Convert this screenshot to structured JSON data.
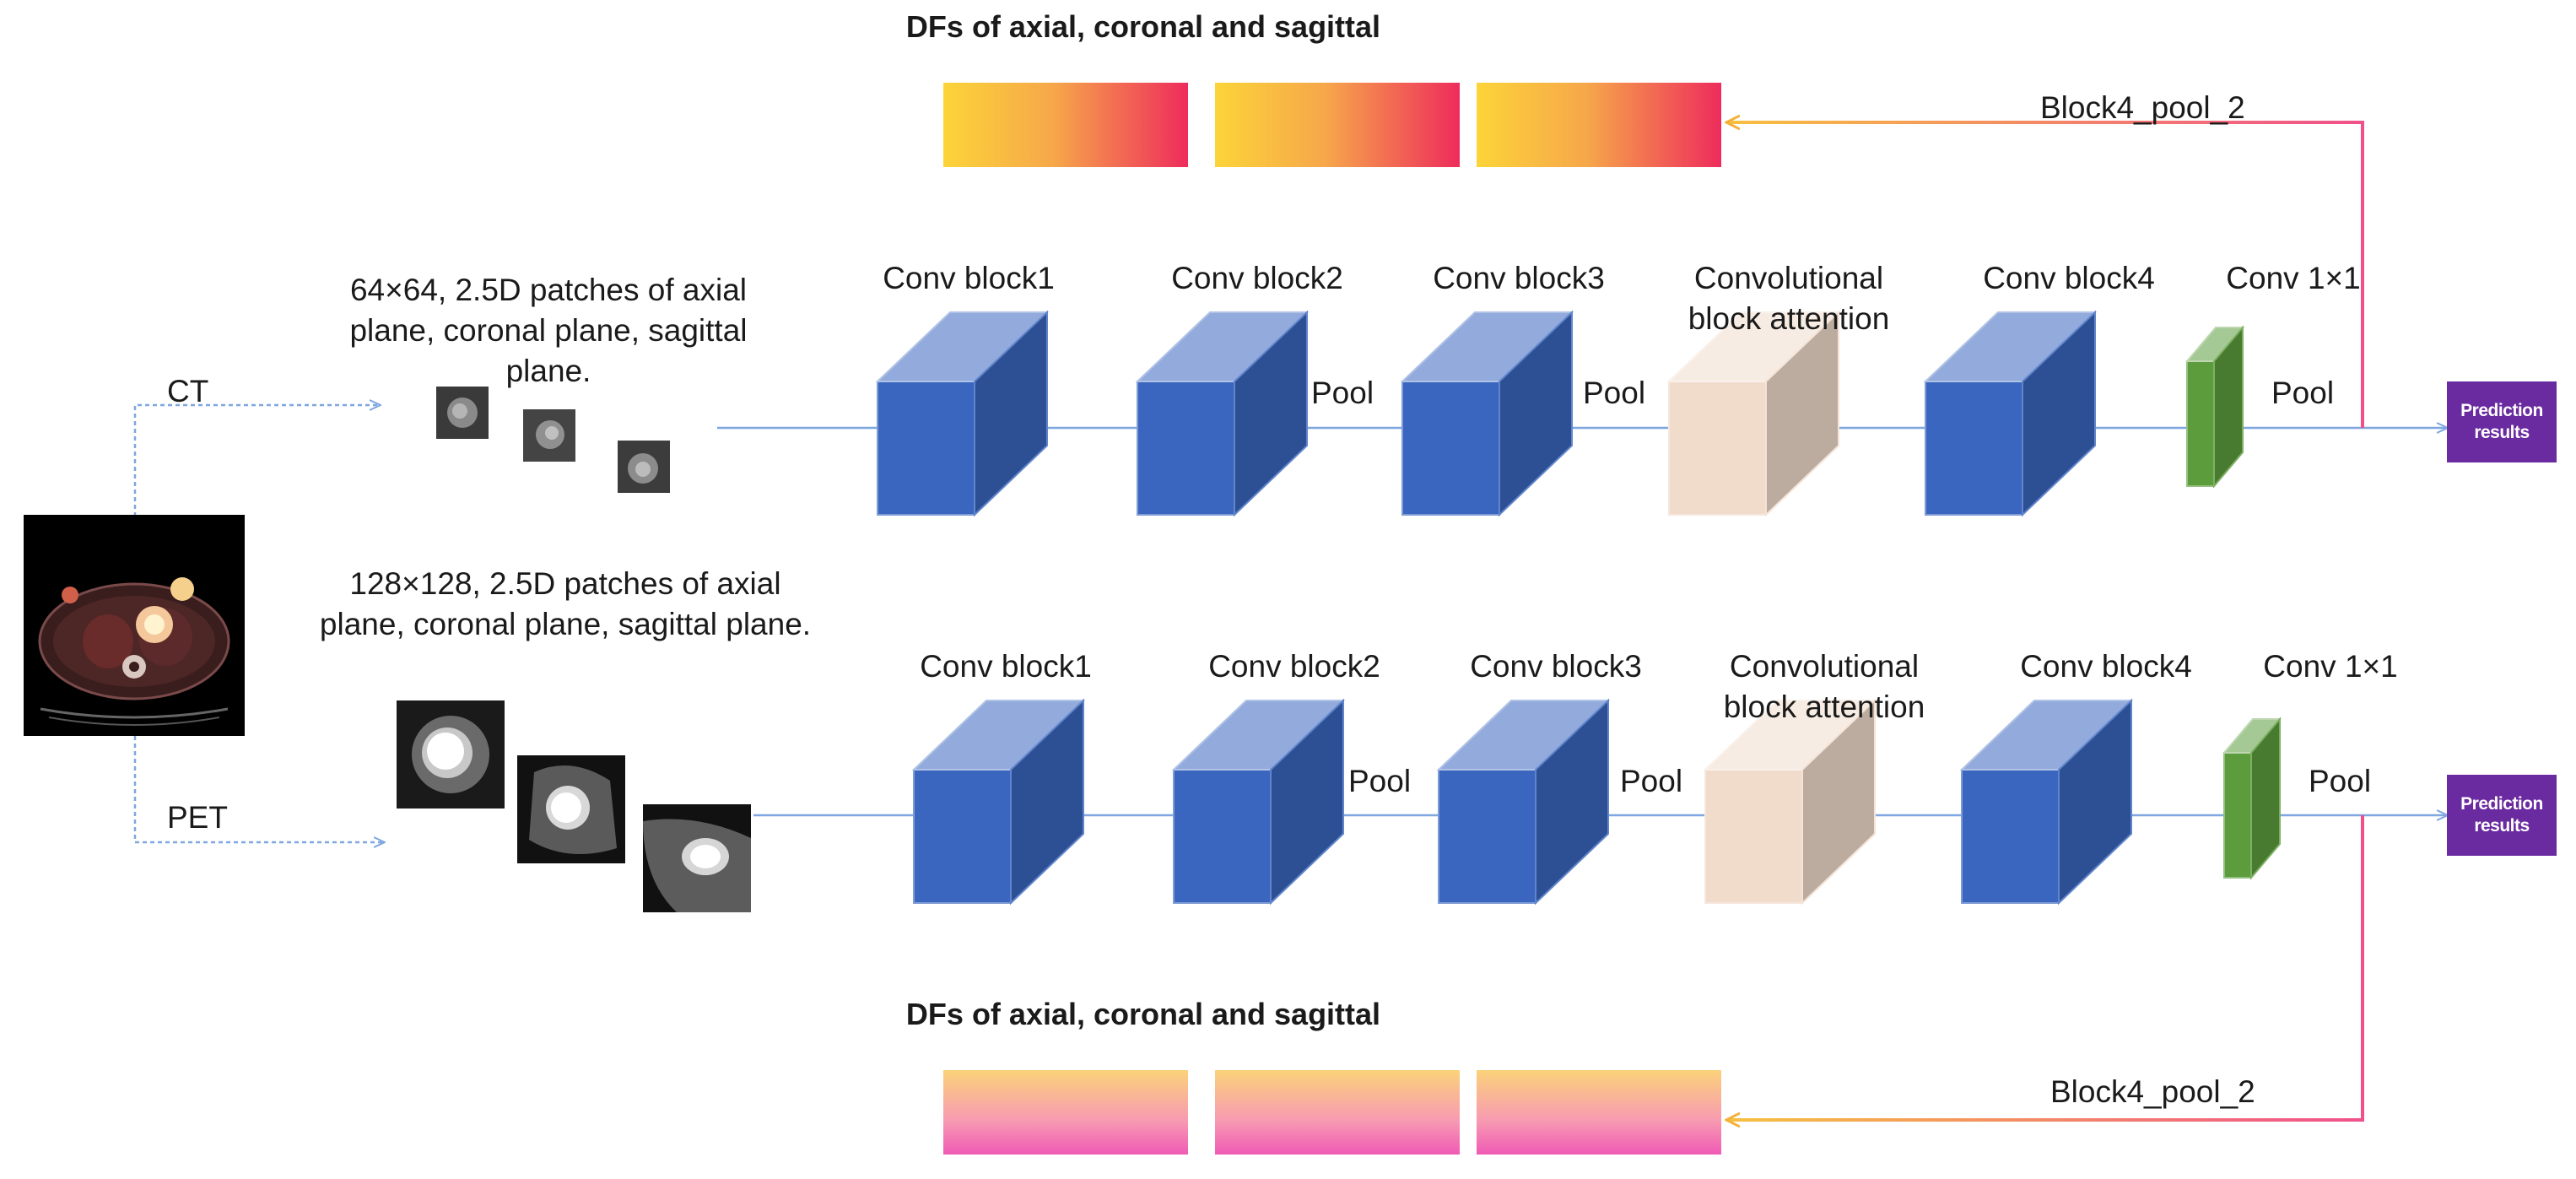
{
  "top_branch": {
    "df_title": "DFs of axial, coronal and sagittal",
    "feedback_label": "Block4_pool_2",
    "modality": "CT",
    "patch_desc": "64×64, 2.5D patches of axial plane, coronal plane, sagittal plane.",
    "blocks": [
      "Conv block1",
      "Conv block2",
      "Conv block3",
      "Convolutional block attention",
      "Conv block4",
      "Conv 1×1"
    ],
    "pool_label": "Pool",
    "output": "Prediction results"
  },
  "bottom_branch": {
    "df_title": "DFs of axial, coronal and sagittal",
    "feedback_label": "Block4_pool_2",
    "modality": "PET",
    "patch_desc": "128×128, 2.5D patches of axial plane, coronal plane, sagittal plane.",
    "blocks": [
      "Conv block1",
      "Conv block2",
      "Conv block3",
      "Convolutional block attention",
      "Conv block4",
      "Conv 1×1"
    ],
    "pool_label": "Pool",
    "output": "Prediction results"
  },
  "colors": {
    "conv_block": "#3a66bf",
    "attention_block": "#f1dccc",
    "conv1x1": "#5c9c3c",
    "feedback_arrow": "#f0508c",
    "flow_arrow": "#7ea6e0",
    "prediction": "#6a2aa0"
  }
}
